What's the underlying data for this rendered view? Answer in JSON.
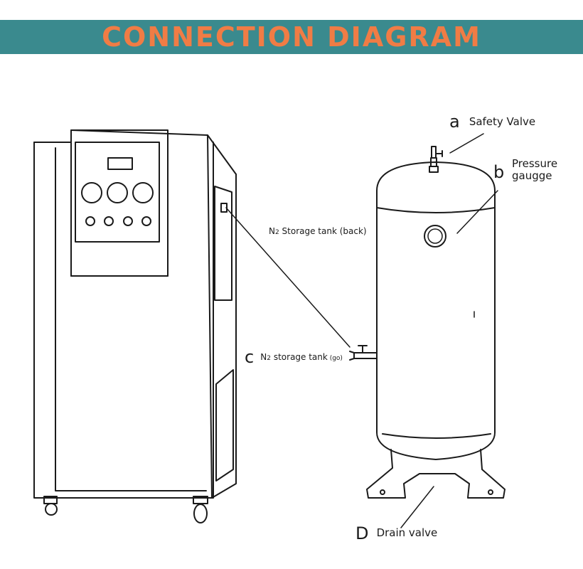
{
  "header": {
    "title": "CONNECTION DIAGRAM",
    "band_color": "#3a8a8e",
    "title_color": "#f07c45"
  },
  "labels": {
    "a": {
      "letter": "a",
      "text": "Safety Valve"
    },
    "b": {
      "letter": "b",
      "text_line1": "Pressure",
      "text_line2": "gaugge"
    },
    "c": {
      "letter": "c",
      "text_prefix": "N",
      "text_sub": "2",
      "text_rest": " storage tank",
      "text_tail": " (go)"
    },
    "d": {
      "letter": "D",
      "text": "Drain valve"
    },
    "back": {
      "text_prefix": "N",
      "text_sub": "2",
      "text_rest": " Storage tank (back)"
    }
  },
  "colors": {
    "line": "#1a1a1a"
  }
}
